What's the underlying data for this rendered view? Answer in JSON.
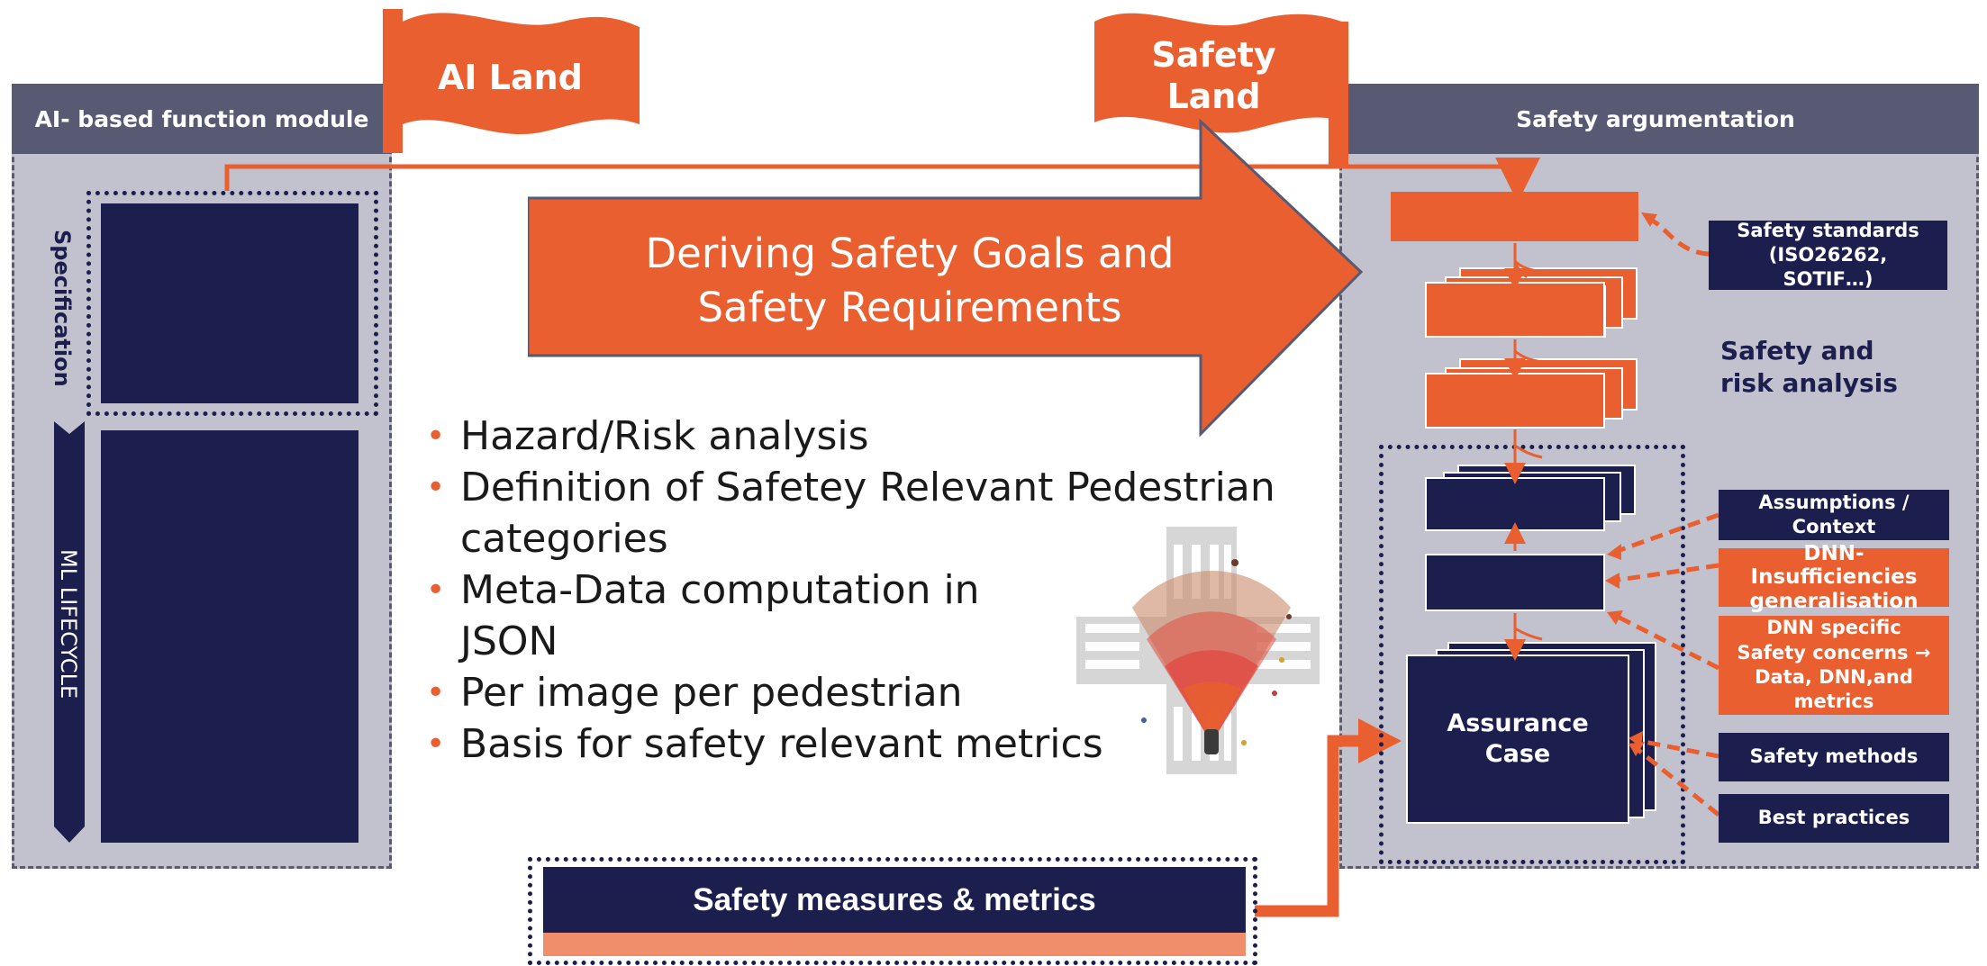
{
  "flags": {
    "ai_land": "AI Land",
    "safety_land_line1": "Safety",
    "safety_land_line2": "Land"
  },
  "left_panel": {
    "title": "AI- based function module",
    "specification": "Specification",
    "ml_lifecycle": "ML LIFECYCLE"
  },
  "big_arrow": {
    "line1": "Deriving Safety Goals and",
    "line2": "Safety Requirements"
  },
  "bullets": [
    "Hazard/Risk analysis",
    "Definition of Safetey Relevant Pedestrian categories",
    "Meta-Data computation in JSON",
    "Per image per pedestrian",
    "Basis for safety relevant metrics"
  ],
  "bottom_box": {
    "label": "Safety measures & metrics"
  },
  "right_panel": {
    "title": "Safety argumentation",
    "risk_analysis": "Safety and risk analysis",
    "assurance_case_line1": "Assurance",
    "assurance_case_line2": "Case",
    "side_boxes": {
      "safety_standards": "Safety standards (ISO26262, SOTIF…)",
      "assumptions": "Assumptions / Context",
      "dnn_insufficiencies": "DNN-Insufficiencies generalisation",
      "dnn_specific": "DNN specific Safety concerns → Data, DNN,and metrics",
      "safety_methods": "Safety methods",
      "best_practices": "Best practices"
    }
  },
  "colors": {
    "orange": "#e95f2f",
    "navy": "#1c1f4d",
    "panel_gray": "#c2c2ce",
    "header_gray": "#585a73",
    "light_orange": "#f08e6c"
  }
}
